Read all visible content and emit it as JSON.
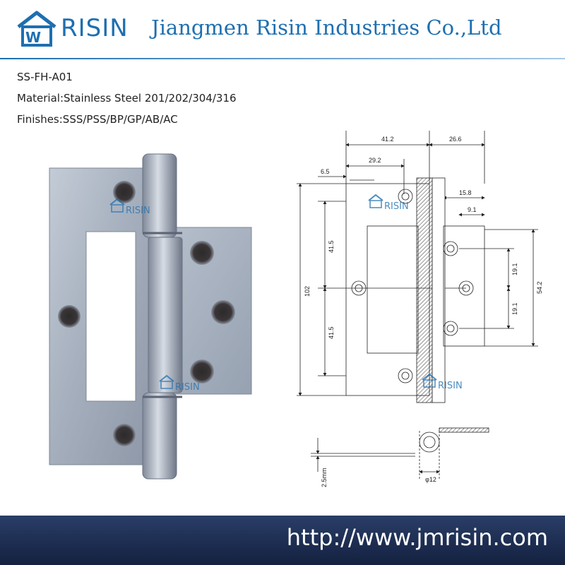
{
  "header": {
    "logo_text": "RISIN",
    "company_name": "Jiangmen Risin Industries Co.,Ltd"
  },
  "specs": {
    "model": "SS-FH-A01",
    "material": "Material:Stainless Steel 201/202/304/316",
    "finishes": "Finishes:SSS/PSS/BP/GP/AB/AC"
  },
  "watermark": {
    "text": "RISIN"
  },
  "drawing": {
    "dimensions": {
      "d41_2": "41.2",
      "d26_6": "26.6",
      "d29_2": "29.2",
      "d6_5": "6.5",
      "d15_8": "15.8",
      "d9_1": "9.1",
      "d41_5_top": "41.5",
      "d41_5_bottom": "41.5",
      "d102": "102",
      "d19_1_top": "19.1",
      "d19_1_bottom": "19.1",
      "d54_2": "54.2",
      "d2_5mm": "2.5mm",
      "d12": "φ12"
    }
  },
  "footer": {
    "url": "http://www.jmrisin.com"
  },
  "colors": {
    "brand_blue": "#1e6fb0",
    "footer_navy": "#1c2c50"
  }
}
